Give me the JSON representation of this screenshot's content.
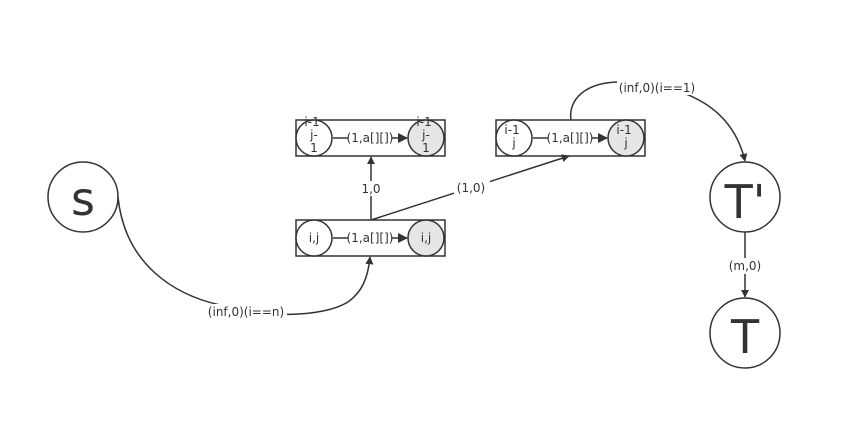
{
  "nodes": {
    "s": "s",
    "t_prime": "T'",
    "t": "T"
  },
  "cells": {
    "top_left": {
      "left": "i-1 j-1",
      "right": "i-1 j-1"
    },
    "top_right": {
      "left": "i-1 j",
      "right": "i-1 j"
    },
    "middle": {
      "left": "i,j",
      "right": "i,j"
    }
  },
  "edge_labels": {
    "cell_inner": "(1,a[][])",
    "s_to_middle": "(inf,0)(i==n)",
    "middle_to_top_left": "1,0",
    "middle_to_top_right": "(1,0)",
    "top_right_to_t_prime": "(inf,0)(i==1)",
    "t_prime_to_t": "(m,0)"
  },
  "colors": {
    "stroke": "#333333",
    "filled_node": "#e6e6e6",
    "background": "#ffffff"
  }
}
